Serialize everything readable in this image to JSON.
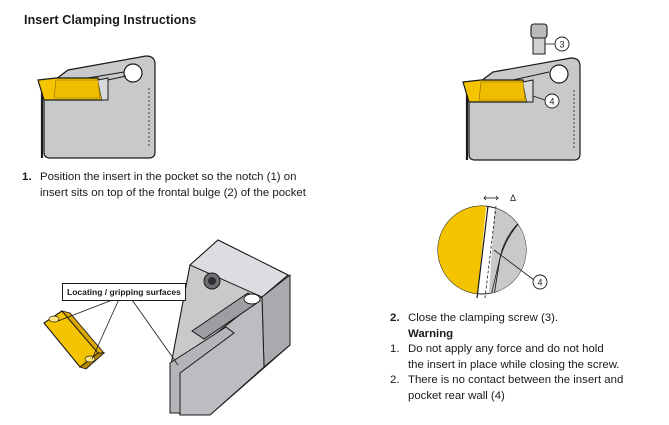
{
  "title": "Insert Clamping Instructions",
  "step1": {
    "number": "1.",
    "line1": "Position the insert in the pocket so the notch (1) on",
    "line2": "insert sits on top of the frontal bulge (2) of the pocket"
  },
  "step2": {
    "number": "2.",
    "text": "Close the clamping screw (3).",
    "warning_heading": "Warning",
    "warnings": [
      {
        "number": "1.",
        "line1": "Do not apply any force and do not hold",
        "line2": "the insert in place while closing the screw."
      },
      {
        "number": "2.",
        "line1": "There is no contact between the insert and",
        "line2": "pocket rear wall (4)"
      }
    ]
  },
  "callouts": {
    "screw": "3",
    "contact_top": "4",
    "contact_detail": "4",
    "delta": "Δ",
    "locating_label": "Locating / gripping surfaces"
  },
  "colors": {
    "body_gray": "#c8c9cb",
    "insert_yellow": "#f5c400",
    "outline": "#1a1a1a"
  }
}
